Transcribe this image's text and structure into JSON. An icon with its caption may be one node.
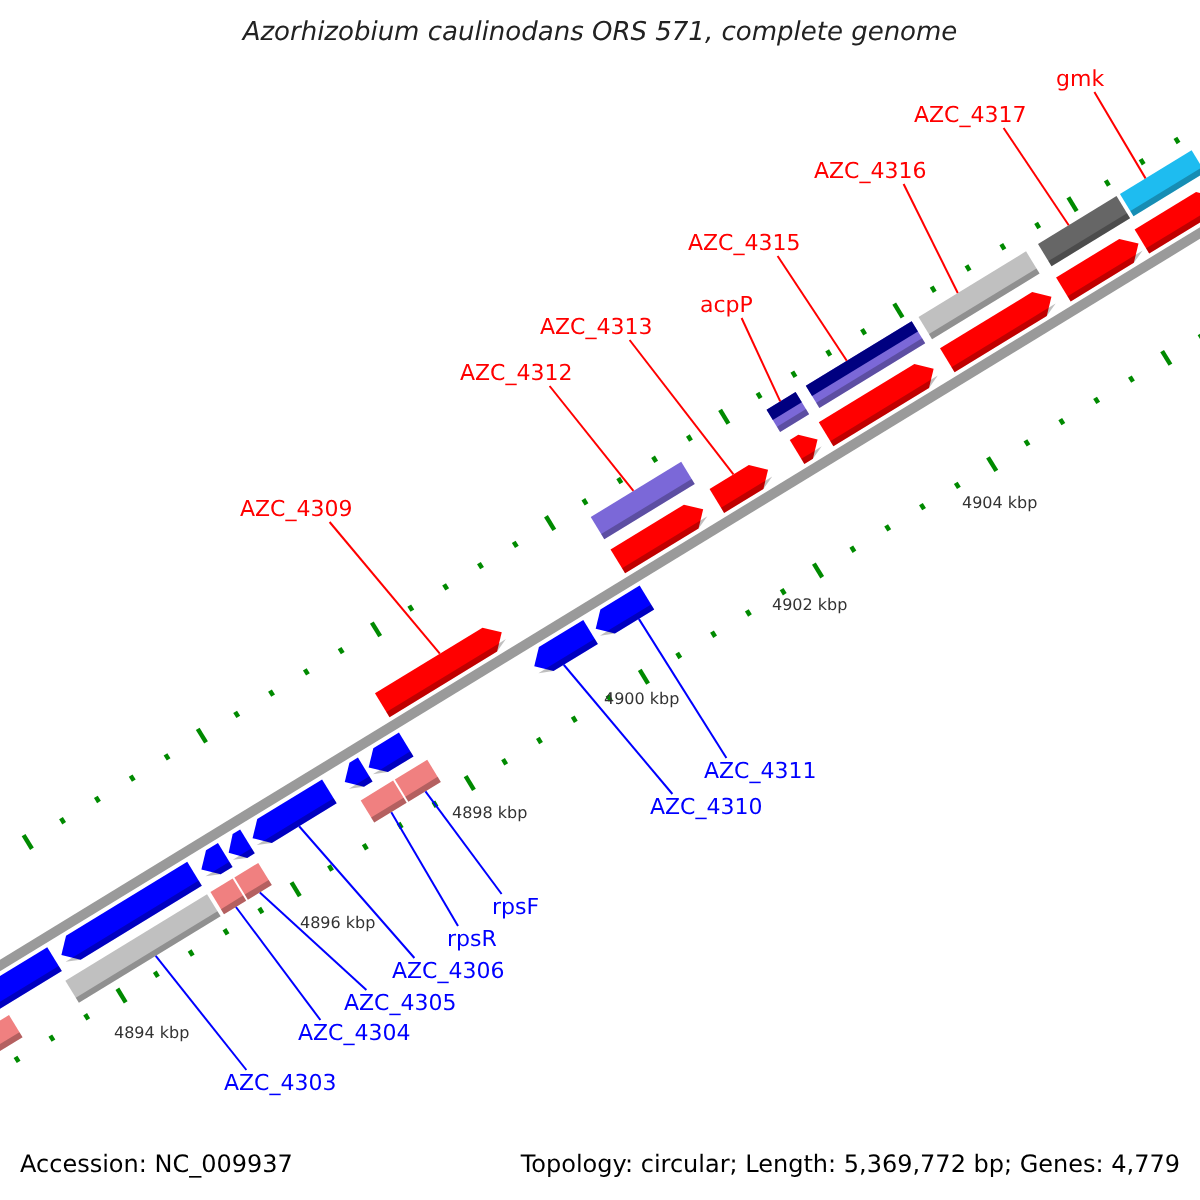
{
  "diagram": {
    "title": "Azorhizobium caulinodans ORS 571, complete genome",
    "nodes": [
      {
        "text": [
          "gmk"
        ]
      },
      {
        "text": [
          "AZC_4317"
        ]
      },
      {
        "text": [
          "AZC_4316"
        ]
      },
      {
        "text": [
          "AZC_4315"
        ]
      },
      {
        "text": [
          "acpP"
        ]
      },
      {
        "text": [
          "AZC_4313"
        ]
      },
      {
        "text": [
          "AZC_4312"
        ]
      },
      {
        "text": [
          "AZC_4309"
        ]
      },
      {
        "text": [
          "AZC_4311"
        ]
      },
      {
        "text": [
          "AZC_4310"
        ]
      },
      {
        "text": [
          "rpsF"
        ]
      },
      {
        "text": [
          "rpsR"
        ]
      },
      {
        "text": [
          "AZC_4306"
        ]
      },
      {
        "text": [
          "AZC_4305"
        ]
      },
      {
        "text": [
          "AZC_4304"
        ]
      },
      {
        "text": [
          "AZC_4303"
        ]
      },
      {
        "text": [],
        "shape": "bar"
      },
      {
        "text": [],
        "shape": "bar"
      },
      {
        "text": [],
        "shape": "bar"
      },
      {
        "text": [],
        "shape": "bar"
      },
      {
        "text": [],
        "shape": "bar"
      },
      {
        "text": [],
        "shape": "bar"
      },
      {
        "text": [],
        "shape": "bar"
      },
      {
        "text": [],
        "shape": "bar"
      },
      {
        "text": [],
        "shape": "bar"
      },
      {
        "text": [],
        "shape": "bar"
      },
      {
        "text": [],
        "shape": "bar"
      },
      {
        "text": [],
        "shape": "bar"
      },
      {
        "text": [],
        "shape": "bar"
      },
      {
        "text": [],
        "shape": "bar"
      },
      {
        "text": [],
        "shape": "bar"
      },
      {
        "text": [],
        "shape": "bar"
      }
    ],
    "edges": [
      {
        "from": 0,
        "to": 31,
        "arrow": "none",
        "color": "#ff0000"
      },
      {
        "from": 1,
        "to": 30,
        "arrow": "none",
        "color": "#ff0000"
      },
      {
        "from": 2,
        "to": 29,
        "arrow": "none",
        "color": "#ff0000"
      },
      {
        "from": 3,
        "to": 28,
        "arrow": "none",
        "color": "#ff0000"
      },
      {
        "from": 4,
        "to": 27,
        "arrow": "none",
        "color": "#ff0000"
      },
      {
        "from": 5,
        "to": 26,
        "arrow": "none",
        "color": "#ff0000"
      },
      {
        "from": 6,
        "to": 25,
        "arrow": "none",
        "color": "#ff0000"
      },
      {
        "from": 7,
        "to": 22,
        "arrow": "none",
        "color": "#ff0000"
      },
      {
        "from": 8,
        "to": 24,
        "arrow": "none",
        "color": "#0000ff"
      },
      {
        "from": 9,
        "to": 23,
        "arrow": "none",
        "color": "#0000ff"
      },
      {
        "from": 10,
        "to": 21,
        "arrow": "none",
        "color": "#0000ff"
      },
      {
        "from": 11,
        "to": 20,
        "arrow": "none",
        "color": "#0000ff"
      },
      {
        "from": 12,
        "to": 19,
        "arrow": "none",
        "color": "#0000ff"
      },
      {
        "from": 13,
        "to": 18,
        "arrow": "none",
        "color": "#0000ff"
      },
      {
        "from": 14,
        "to": 17,
        "arrow": "none",
        "color": "#0000ff"
      },
      {
        "from": 15,
        "to": 16,
        "arrow": "none",
        "color": "#0000ff"
      }
    ],
    "labels": [
      "4904 kbp",
      "4902 kbp",
      "4900 kbp",
      "4898 kbp",
      "4896 kbp",
      "4894 kbp",
      "Accession: NC_009937",
      "Topology: circular; Length: 5,369,772 bp; Genes: 4,779"
    ]
  }
}
